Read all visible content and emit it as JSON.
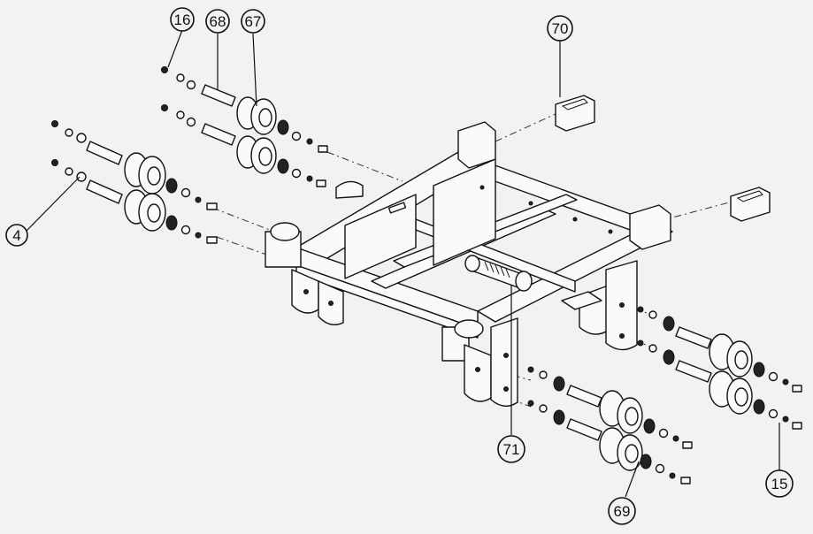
{
  "callouts": {
    "c16": "16",
    "c68": "68",
    "c67": "67",
    "c70": "70",
    "c4": "4",
    "c71": "71",
    "c15": "15",
    "c69": "69"
  }
}
